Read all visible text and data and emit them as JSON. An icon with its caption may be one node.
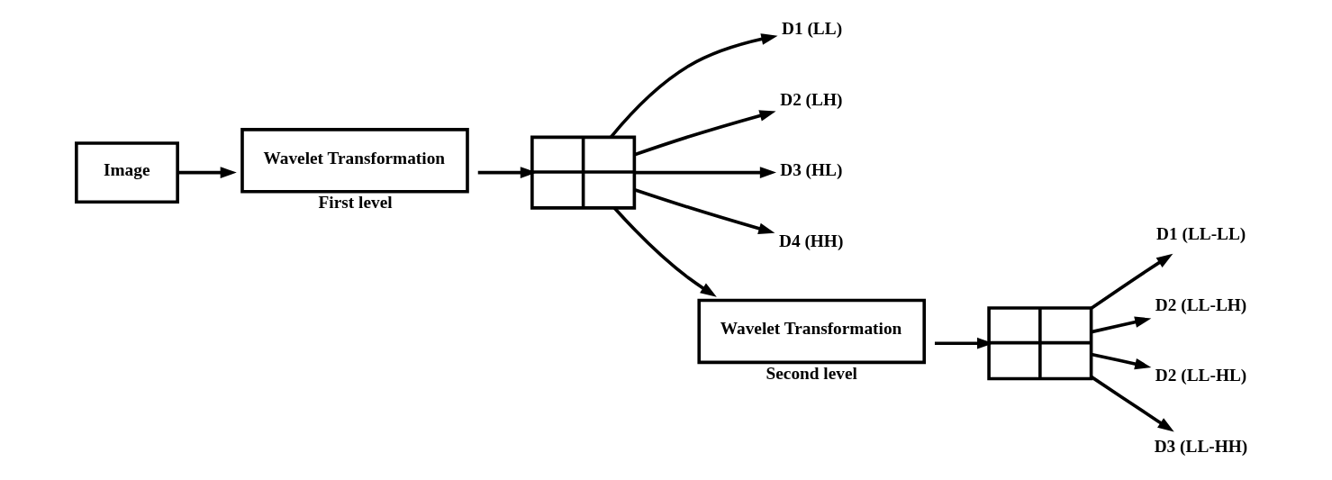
{
  "diagram": {
    "nodes": [
      {
        "text": [
          "Image"
        ]
      },
      {
        "text": [
          "Wavelet Transformation"
        ],
        "beside": [
          "First level"
        ]
      },
      {
        "text": [],
        "shape": "box"
      },
      {
        "text": [
          "D1 (LL)"
        ]
      },
      {
        "text": [
          "D2 (LH)"
        ]
      },
      {
        "text": [
          "D3 (HL)"
        ]
      },
      {
        "text": [
          "D4 (HH)"
        ]
      },
      {
        "text": [
          "Wavelet Transformation"
        ],
        "beside": [
          "Second level"
        ]
      },
      {
        "text": [],
        "shape": "box"
      },
      {
        "text": [
          "D1 (LL-LL)"
        ]
      },
      {
        "text": [
          "D2 (LL-LH)"
        ]
      },
      {
        "text": [
          "D2 (LL-HL)"
        ]
      },
      {
        "text": [
          "D3 (LL-HH)"
        ]
      }
    ],
    "edges": [
      {
        "from": 0,
        "to": 1,
        "arrow": "to"
      },
      {
        "from": 1,
        "to": 2,
        "arrow": "to"
      },
      {
        "from": 2,
        "to": 3,
        "arrow": "to"
      },
      {
        "from": 2,
        "to": 4,
        "arrow": "to"
      },
      {
        "from": 2,
        "to": 5,
        "arrow": "to"
      },
      {
        "from": 2,
        "to": 6,
        "arrow": "to"
      },
      {
        "from": 2,
        "to": 7,
        "arrow": "to"
      },
      {
        "from": 7,
        "to": 8,
        "arrow": "to"
      },
      {
        "from": 8,
        "to": 9,
        "arrow": "to"
      },
      {
        "from": 8,
        "to": 10,
        "arrow": "to"
      },
      {
        "from": 8,
        "to": 11,
        "arrow": "to"
      },
      {
        "from": 8,
        "to": 12,
        "arrow": "to"
      }
    ]
  }
}
